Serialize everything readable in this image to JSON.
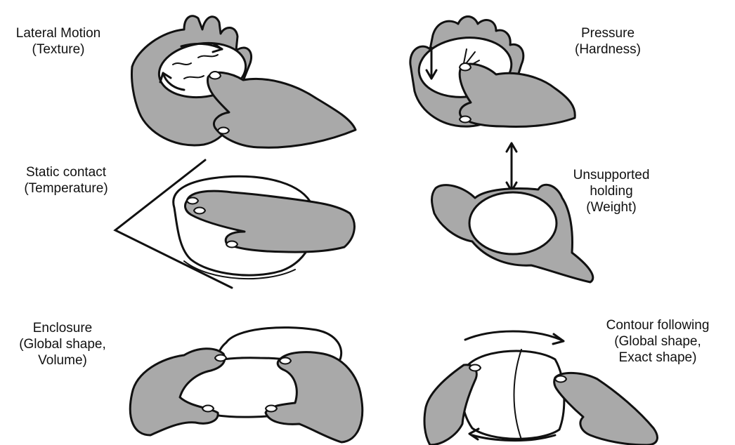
{
  "panels": [
    {
      "id": "lateral-motion",
      "line1": "Lateral Motion",
      "line2": "(Texture)"
    },
    {
      "id": "pressure",
      "line1": "Pressure",
      "line2": "(Hardness)"
    },
    {
      "id": "static-contact",
      "line1": "Static contact",
      "line2": "(Temperature)"
    },
    {
      "id": "unsupported-holding",
      "line1": "Unsupported",
      "line2": "holding",
      "line3": "(Weight)"
    },
    {
      "id": "enclosure",
      "line1": "Enclosure",
      "line2": "(Global shape,",
      "line3": "Volume)"
    },
    {
      "id": "contour-following",
      "line1": "Contour following",
      "line2": "(Global shape,",
      "line3": "Exact shape)"
    }
  ],
  "colors": {
    "hand": "#a9a9a9",
    "outline": "#111111",
    "object": "#ffffff"
  }
}
